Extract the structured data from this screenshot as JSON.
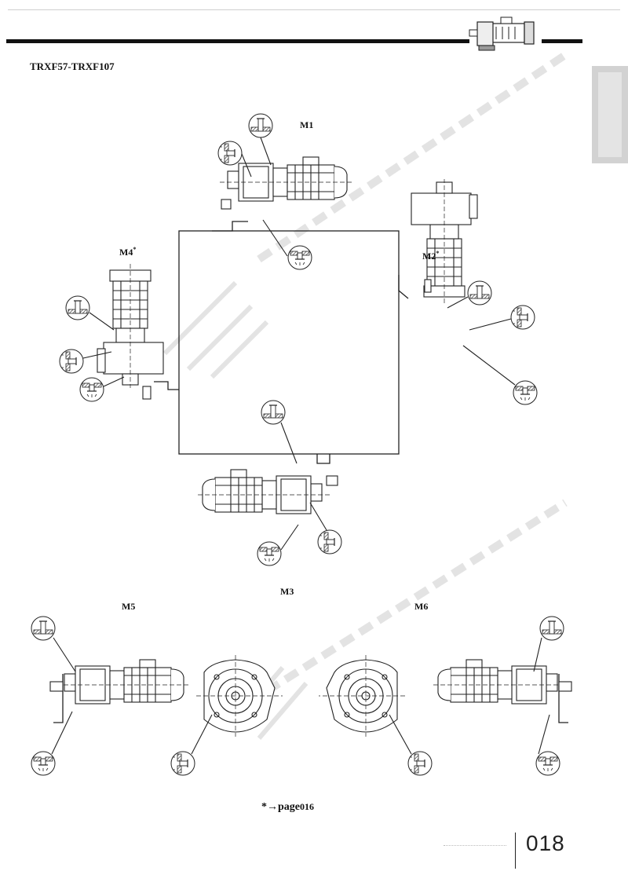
{
  "header": {
    "model_range": "TRXF57-TRXF107"
  },
  "positions": {
    "m1": "M1",
    "m2": "M2",
    "m3": "M3",
    "m4": "M4",
    "m5": "M5",
    "m6": "M6",
    "asterisk": "*"
  },
  "footer": {
    "page_ref_prefix": "*→page",
    "page_ref_number": "016",
    "page_number": "018"
  },
  "icons": [
    "gear-motor-icon",
    "breather-symbol-icon",
    "drain-symbol-icon",
    "level-symbol-icon"
  ],
  "colors": {
    "ink": "#111111",
    "watermark": "#dcdcdc",
    "tab": "#d2d2d2"
  }
}
